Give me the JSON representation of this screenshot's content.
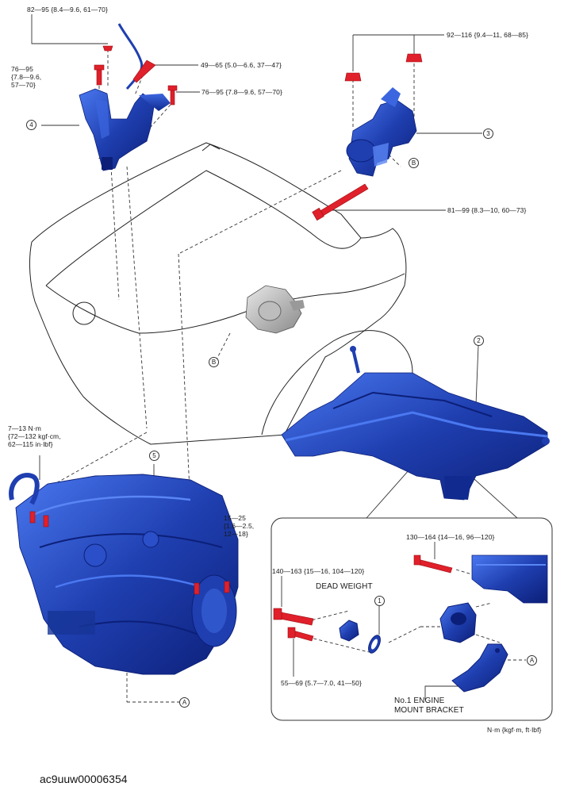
{
  "torque": {
    "t_82_95": "82—95 {8.4—9.6, 61—70}",
    "t_76_95_a_l1": "76—95",
    "t_76_95_a_l2": "{7.8—9.6,",
    "t_76_95_a_l3": "57—70}",
    "t_49_65": "49—65 {5.0—6.6, 37—47}",
    "t_76_95_b": "76—95 {7.8—9.6, 57—70}",
    "t_92_116": "92—116 {9.4—11, 68—85}",
    "t_81_99": "81—99 {8.3—10, 60—73}",
    "t_7_13_l1": "7—13 N·m",
    "t_7_13_l2": "{72—132 kgf·cm,",
    "t_7_13_l3": "62—115 in·lbf}",
    "t_15_25_l1": "15—25",
    "t_15_25_l2": "{1.6—2.5,",
    "t_15_25_l3": "12—18}",
    "t_130_164": "130—164 {14—16, 96—120}",
    "t_140_163": "140—163 {15—16, 104—120}",
    "t_55_69": "55—69 {5.7—7.0, 41—50}"
  },
  "callouts": {
    "c1": "1",
    "c2": "2",
    "c3": "3",
    "c4": "4",
    "c5": "5",
    "cA1": "A",
    "cA2": "A",
    "cB1": "B",
    "cB2": "B"
  },
  "labels": {
    "dead_weight": "DEAD WEIGHT",
    "no1_line1": "No.1 ENGINE",
    "no1_line2": "MOUNT BRACKET",
    "units": "N·m {kgf·m, ft·lbf}",
    "doc_id": "ac9uuw00006354"
  },
  "colors": {
    "part_blue": "#1f3fb0",
    "part_blue_dark": "#0c1f78",
    "part_blue_light": "#3c66e0",
    "bolt_red": "#e0202a",
    "line": "#333333",
    "body_line": "#222222"
  }
}
